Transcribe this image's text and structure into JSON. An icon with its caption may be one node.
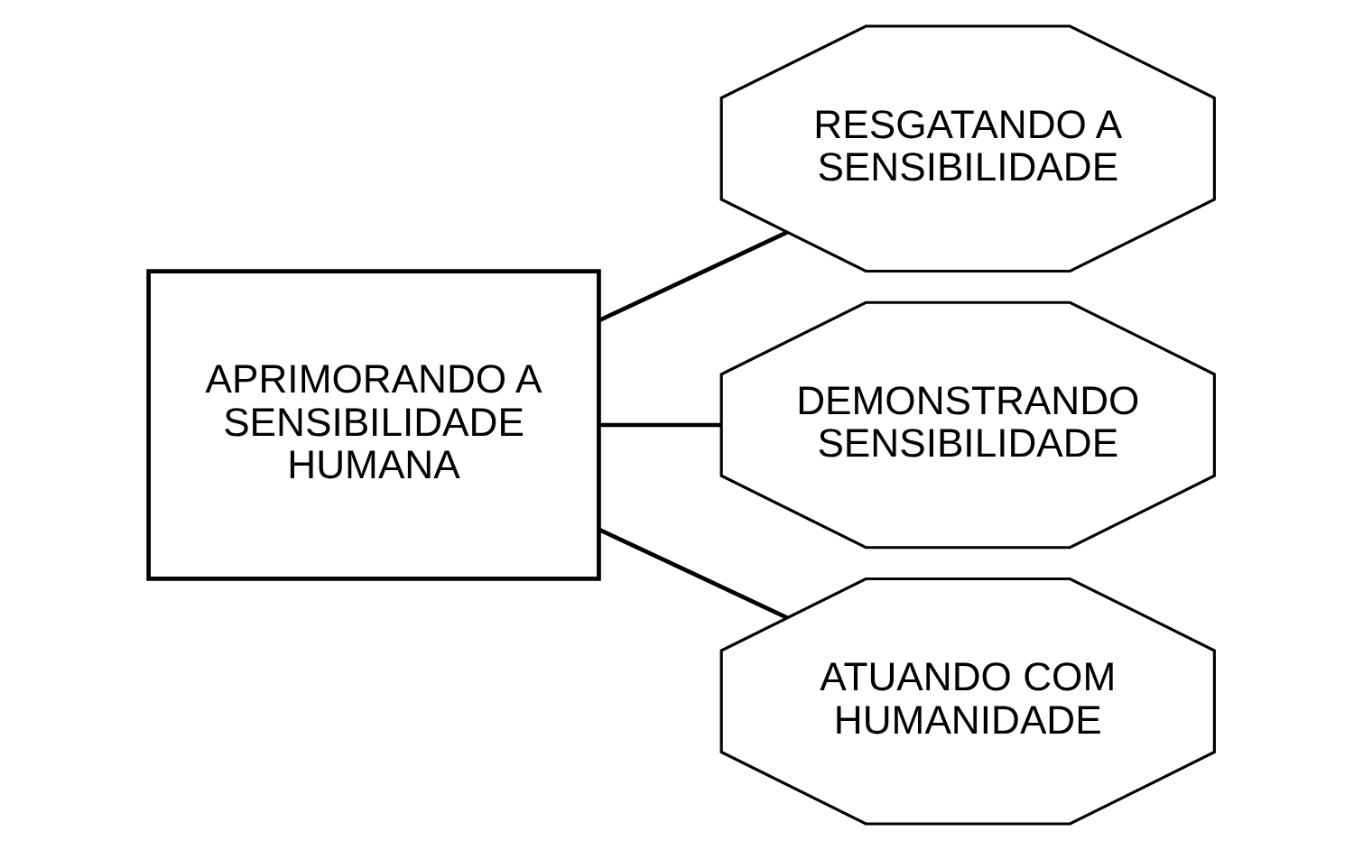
{
  "diagram": {
    "nodes": [
      {
        "text": [
          "APRIMORANDO A SENSIBILIDADE HUMANA"
        ]
      },
      {
        "text": [
          "RESGATANDO A SENSIBILIDADE"
        ]
      },
      {
        "text": [
          "DEMONSTRANDO SENSIBILIDADE"
        ]
      },
      {
        "text": [
          "ATUANDO COM HUMANIDADE"
        ]
      }
    ],
    "edges": [
      {
        "from": 0,
        "to": 1,
        "arrow": "none"
      },
      {
        "from": 0,
        "to": 2,
        "arrow": "none"
      },
      {
        "from": 0,
        "to": 3,
        "arrow": "none"
      }
    ]
  }
}
